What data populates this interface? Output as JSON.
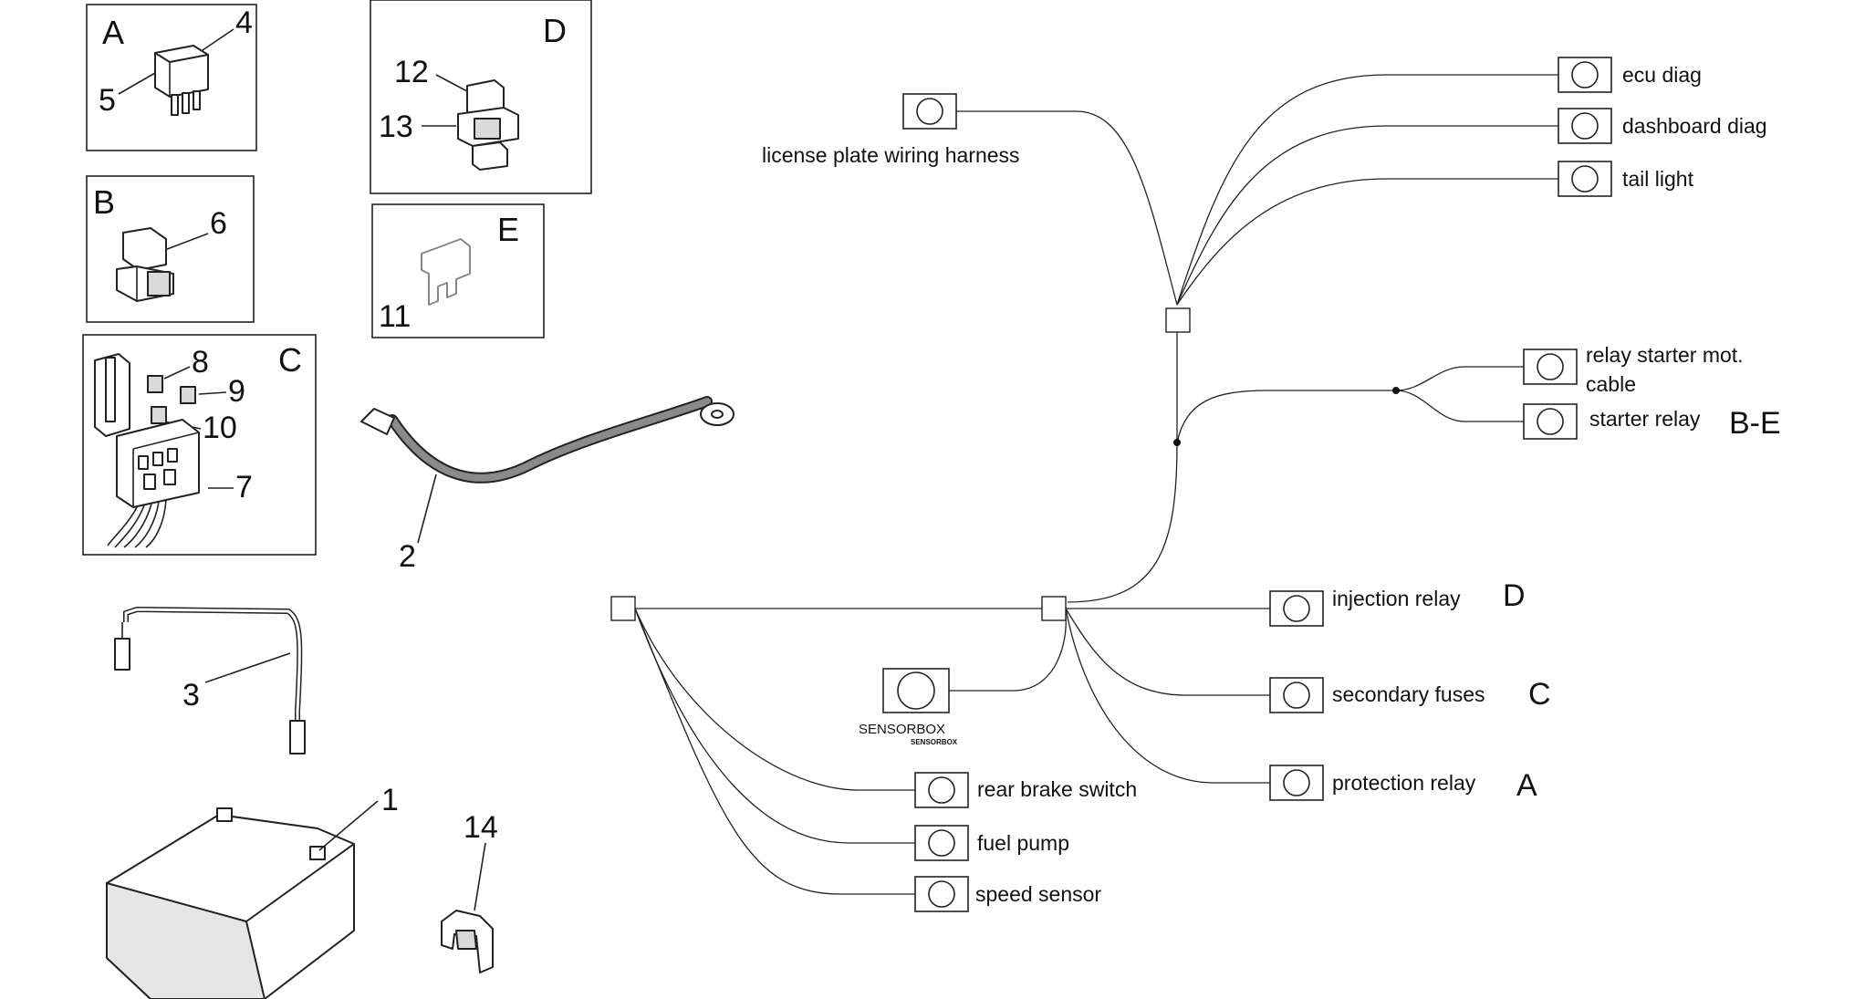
{
  "part_groups": {
    "A": {
      "letter": "A",
      "numbers": [
        "4",
        "5"
      ]
    },
    "B": {
      "letter": "B",
      "numbers": [
        "6"
      ]
    },
    "C": {
      "letter": "C",
      "numbers": [
        "8",
        "9",
        "10",
        "7"
      ]
    },
    "D": {
      "letter": "D",
      "numbers": [
        "12",
        "13"
      ]
    },
    "E": {
      "letter": "E",
      "numbers": [
        "11"
      ]
    }
  },
  "loose_parts": {
    "cable": "2",
    "harness": "3",
    "battery": "1",
    "elbow": "14"
  },
  "connectors": {
    "license_plate": "license plate wiring harness",
    "ecu_diag": "ecu diag",
    "dashboard_diag": "dashboard diag",
    "tail_light": "tail light",
    "relay_starter_line1": "relay starter mot.",
    "relay_starter_line2": "cable",
    "starter_relay": "starter relay",
    "starter_relay_kit": "B-E",
    "injection_relay": "injection relay",
    "injection_relay_kit": "D",
    "secondary_fuses": "secondary fuses",
    "secondary_fuses_kit": "C",
    "protection_relay": "protection relay",
    "protection_relay_kit": "A",
    "sensorbox": "SENSORBOX",
    "sensorbox_small": "SENSORBOX",
    "rear_brake_switch": "rear brake switch",
    "fuel_pump": "fuel pump",
    "speed_sensor": "speed sensor"
  }
}
